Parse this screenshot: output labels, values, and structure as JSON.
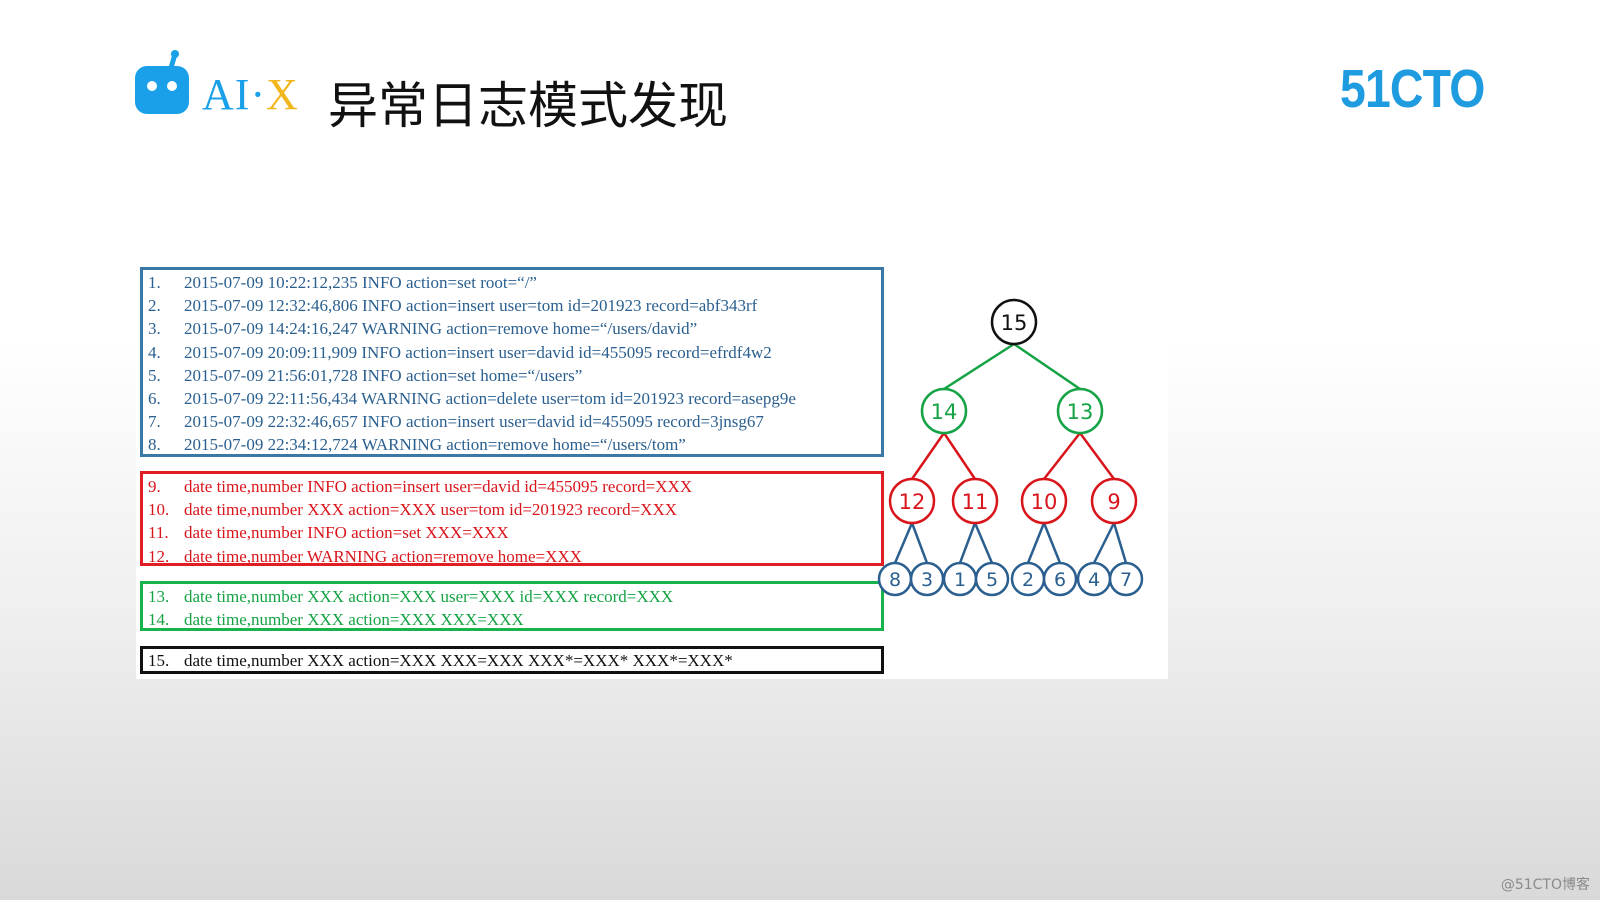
{
  "header": {
    "logo_ai": "AI",
    "logo_dot": "·",
    "logo_x": "X",
    "title": "异常日志模式发现",
    "brand": "51CTO"
  },
  "colors": {
    "blue": "#2a5f8f",
    "red": "#d9151c",
    "green": "#15a345",
    "black": "#111111",
    "brand": "#1f9be0",
    "logo_yellow": "#f2b61d"
  },
  "logs": {
    "raw": [
      {
        "num": "1.",
        "text": "2015-07-09 10:22:12,235 INFO action=set root=“/”"
      },
      {
        "num": "2.",
        "text": "2015-07-09 12:32:46,806 INFO action=insert user=tom id=201923 record=abf343rf"
      },
      {
        "num": "3.",
        "text": "2015-07-09 14:24:16,247 WARNING action=remove home=“/users/david”"
      },
      {
        "num": "4.",
        "text": "2015-07-09 20:09:11,909 INFO action=insert user=david id=455095 record=efrdf4w2"
      },
      {
        "num": "5.",
        "text": "2015-07-09 21:56:01,728 INFO action=set home=“/users”"
      },
      {
        "num": "6.",
        "text": "2015-07-09 22:11:56,434 WARNING action=delete user=tom id=201923 record=asepg9e"
      },
      {
        "num": "7.",
        "text": "2015-07-09 22:32:46,657 INFO action=insert user=david id=455095 record=3jnsg67"
      },
      {
        "num": "8.",
        "text": "2015-07-09 22:34:12,724 WARNING action=remove home=“/users/tom”"
      }
    ],
    "level1": [
      {
        "num": "9.",
        "text": "date time,number INFO action=insert user=david id=455095 record=XXX"
      },
      {
        "num": "10.",
        "text": "date time,number XXX action=XXX user=tom id=201923 record=XXX"
      },
      {
        "num": "11.",
        "text": "date time,number INFO action=set XXX=XXX"
      },
      {
        "num": "12.",
        "text": "date time,number WARNING action=remove home=XXX"
      }
    ],
    "level2": [
      {
        "num": "13.",
        "text": "date time,number XXX action=XXX user=XXX id=XXX record=XXX"
      },
      {
        "num": "14.",
        "text": "date time,number XXX action=XXX XXX=XXX"
      }
    ],
    "level3": [
      {
        "num": "15.",
        "text": "date time,number XXX action=XXX XXX=XXX XXX*=XXX* XXX*=XXX*"
      }
    ]
  },
  "tree": {
    "root": {
      "label": "15",
      "color": "black"
    },
    "level2": [
      {
        "label": "14",
        "color": "green",
        "children": [
          "12",
          "11"
        ]
      },
      {
        "label": "13",
        "color": "green",
        "children": [
          "10",
          "9"
        ]
      }
    ],
    "level1": [
      {
        "label": "12",
        "color": "red",
        "children": [
          "8",
          "3"
        ]
      },
      {
        "label": "11",
        "color": "red",
        "children": [
          "1",
          "5"
        ]
      },
      {
        "label": "10",
        "color": "red",
        "children": [
          "2",
          "6"
        ]
      },
      {
        "label": "9",
        "color": "red",
        "children": [
          "4",
          "7"
        ]
      }
    ],
    "leaves": [
      {
        "label": "8",
        "color": "blue"
      },
      {
        "label": "3",
        "color": "blue"
      },
      {
        "label": "1",
        "color": "blue"
      },
      {
        "label": "5",
        "color": "blue"
      },
      {
        "label": "2",
        "color": "blue"
      },
      {
        "label": "6",
        "color": "blue"
      },
      {
        "label": "4",
        "color": "blue"
      },
      {
        "label": "7",
        "color": "blue"
      }
    ]
  },
  "watermark": "@51CTO博客"
}
